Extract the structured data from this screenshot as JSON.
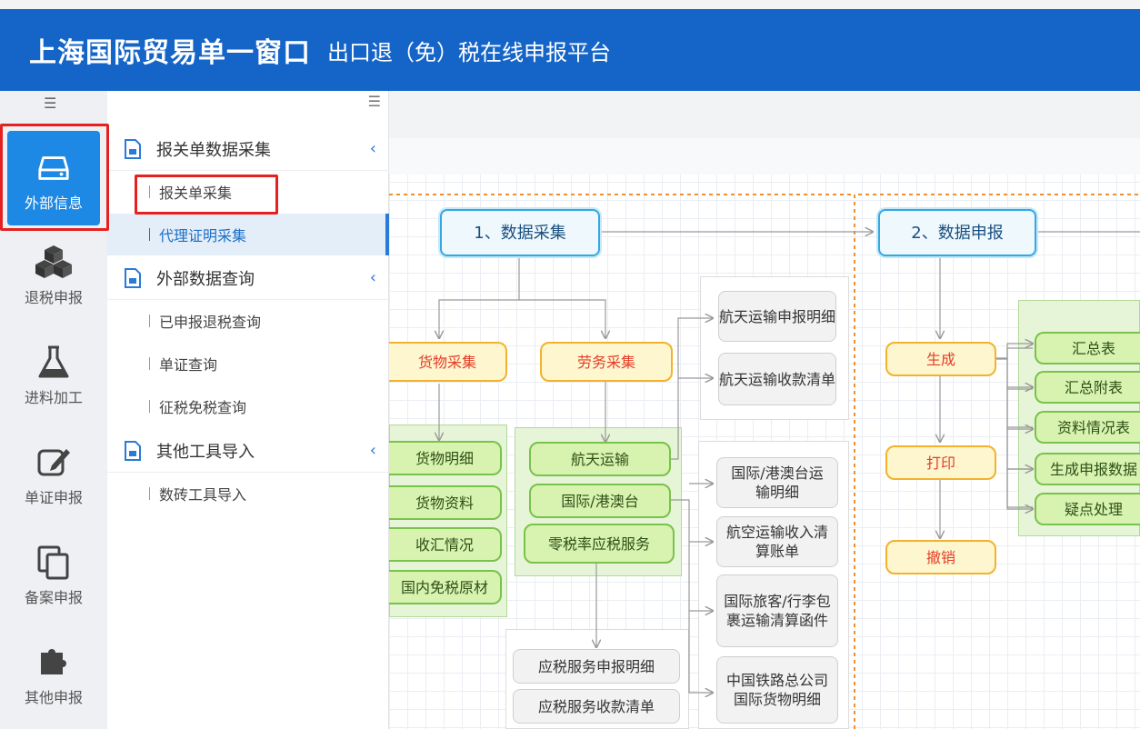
{
  "header": {
    "title": "上海国际贸易单一窗口",
    "subtitle": "出口退（免）税在线申报平台"
  },
  "sidebar": {
    "items": [
      {
        "label": "外部信息",
        "icon": "hard-drive-icon"
      },
      {
        "label": "退税申报",
        "icon": "cubes-icon"
      },
      {
        "label": "进料加工",
        "icon": "flask-icon"
      },
      {
        "label": "单证申报",
        "icon": "edit-icon"
      },
      {
        "label": "备案申报",
        "icon": "copy-icon"
      },
      {
        "label": "其他申报",
        "icon": "puzzle-icon"
      }
    ]
  },
  "submenu": {
    "groups": [
      {
        "label": "报关单数据采集",
        "items": [
          "报关单采集",
          "代理证明采集"
        ]
      },
      {
        "label": "外部数据查询",
        "items": [
          "已申报退税查询",
          "单证查询",
          "征税免税查询"
        ]
      },
      {
        "label": "其他工具导入",
        "items": [
          "数砖工具导入"
        ]
      }
    ]
  },
  "flow": {
    "stages": [
      "1、数据采集",
      "2、数据申报"
    ],
    "collect": [
      "货物采集",
      "劳务采集"
    ],
    "goods": [
      "货物明细",
      "货物资料",
      "收汇情况",
      "国内免税原材"
    ],
    "services": [
      "航天运输",
      "国际/港澳台",
      "零税率应税服务"
    ],
    "aerospace": [
      "航天运输申报明细",
      "航天运输收款清单"
    ],
    "intl": [
      "国际/港澳台运输明细",
      "航空运输收入清算账单",
      "国际旅客/行李包裹运输清算函件",
      "中国铁路总公司国际货物明细"
    ],
    "zero": [
      "应税服务申报明细",
      "应税服务收款清单"
    ],
    "declare": [
      "生成",
      "打印",
      "撤销"
    ],
    "generate": [
      "汇总表",
      "汇总附表",
      "资料情况表",
      "生成申报数据",
      "疑点处理"
    ]
  },
  "colors": {
    "header": "#1565c8",
    "active": "#1e88e5",
    "highlight": "#e52020"
  }
}
